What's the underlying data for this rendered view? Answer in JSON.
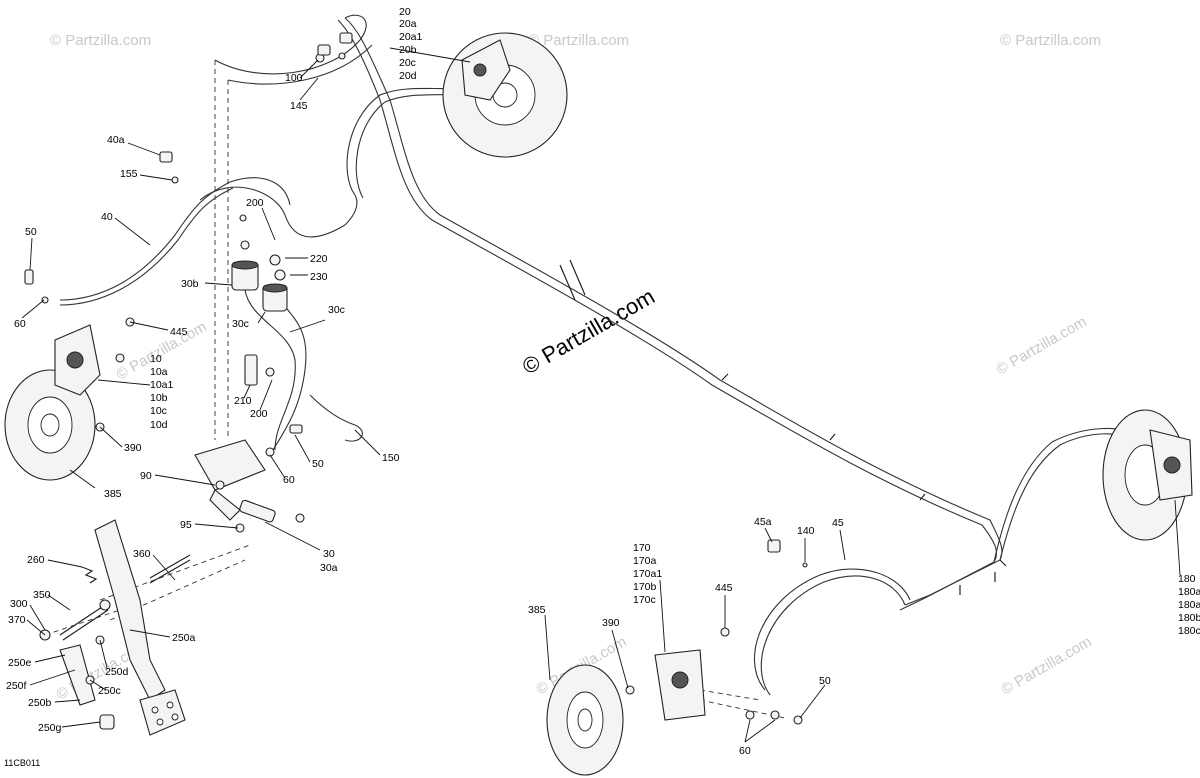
{
  "watermark": {
    "brand_main": "© Partzilla.com",
    "tile": "© Partzilla.com"
  },
  "diagram_code": "11CB011",
  "callouts": {
    "c20": "20",
    "c20a": "20a",
    "c20a1": "20a1",
    "c20b": "20b",
    "c20c": "20c",
    "c20d": "20d",
    "c100": "100",
    "c145": "145",
    "c40a": "40a",
    "c155": "155",
    "c40": "40",
    "c50_left": "50",
    "c60_left": "60",
    "c445_left": "445",
    "c10": "10",
    "c10a": "10a",
    "c10a1": "10a1",
    "c10b": "10b",
    "c10c": "10c",
    "c10d": "10d",
    "c390_left": "390",
    "c385_left": "385",
    "c200_top": "200",
    "c220": "220",
    "c230": "230",
    "c30b": "30b",
    "c30c_left": "30c",
    "c30c_right": "30c",
    "c210": "210",
    "c200_mid": "200",
    "c150": "150",
    "c50_mid": "50",
    "c60_mid": "60",
    "c90": "90",
    "c95": "95",
    "c30": "30",
    "c30a": "30a",
    "c360": "360",
    "c260": "260",
    "c350": "350",
    "c300": "300",
    "c370": "370",
    "c250a": "250a",
    "c250d": "250d",
    "c250e": "250e",
    "c250f": "250f",
    "c250c": "250c",
    "c250b": "250b",
    "c250g": "250g",
    "c45a": "45a",
    "c140": "140",
    "c45": "45",
    "c170": "170",
    "c170a": "170a",
    "c170a1": "170a1",
    "c170b": "170b",
    "c170c": "170c",
    "c445_right": "445",
    "c385_right": "385",
    "c390_right": "390",
    "c50_right": "50",
    "c60_right": "60",
    "c180": "180",
    "c180a": "180a",
    "c180a1": "180a1",
    "c180b": "180b",
    "c180c": "180c"
  }
}
